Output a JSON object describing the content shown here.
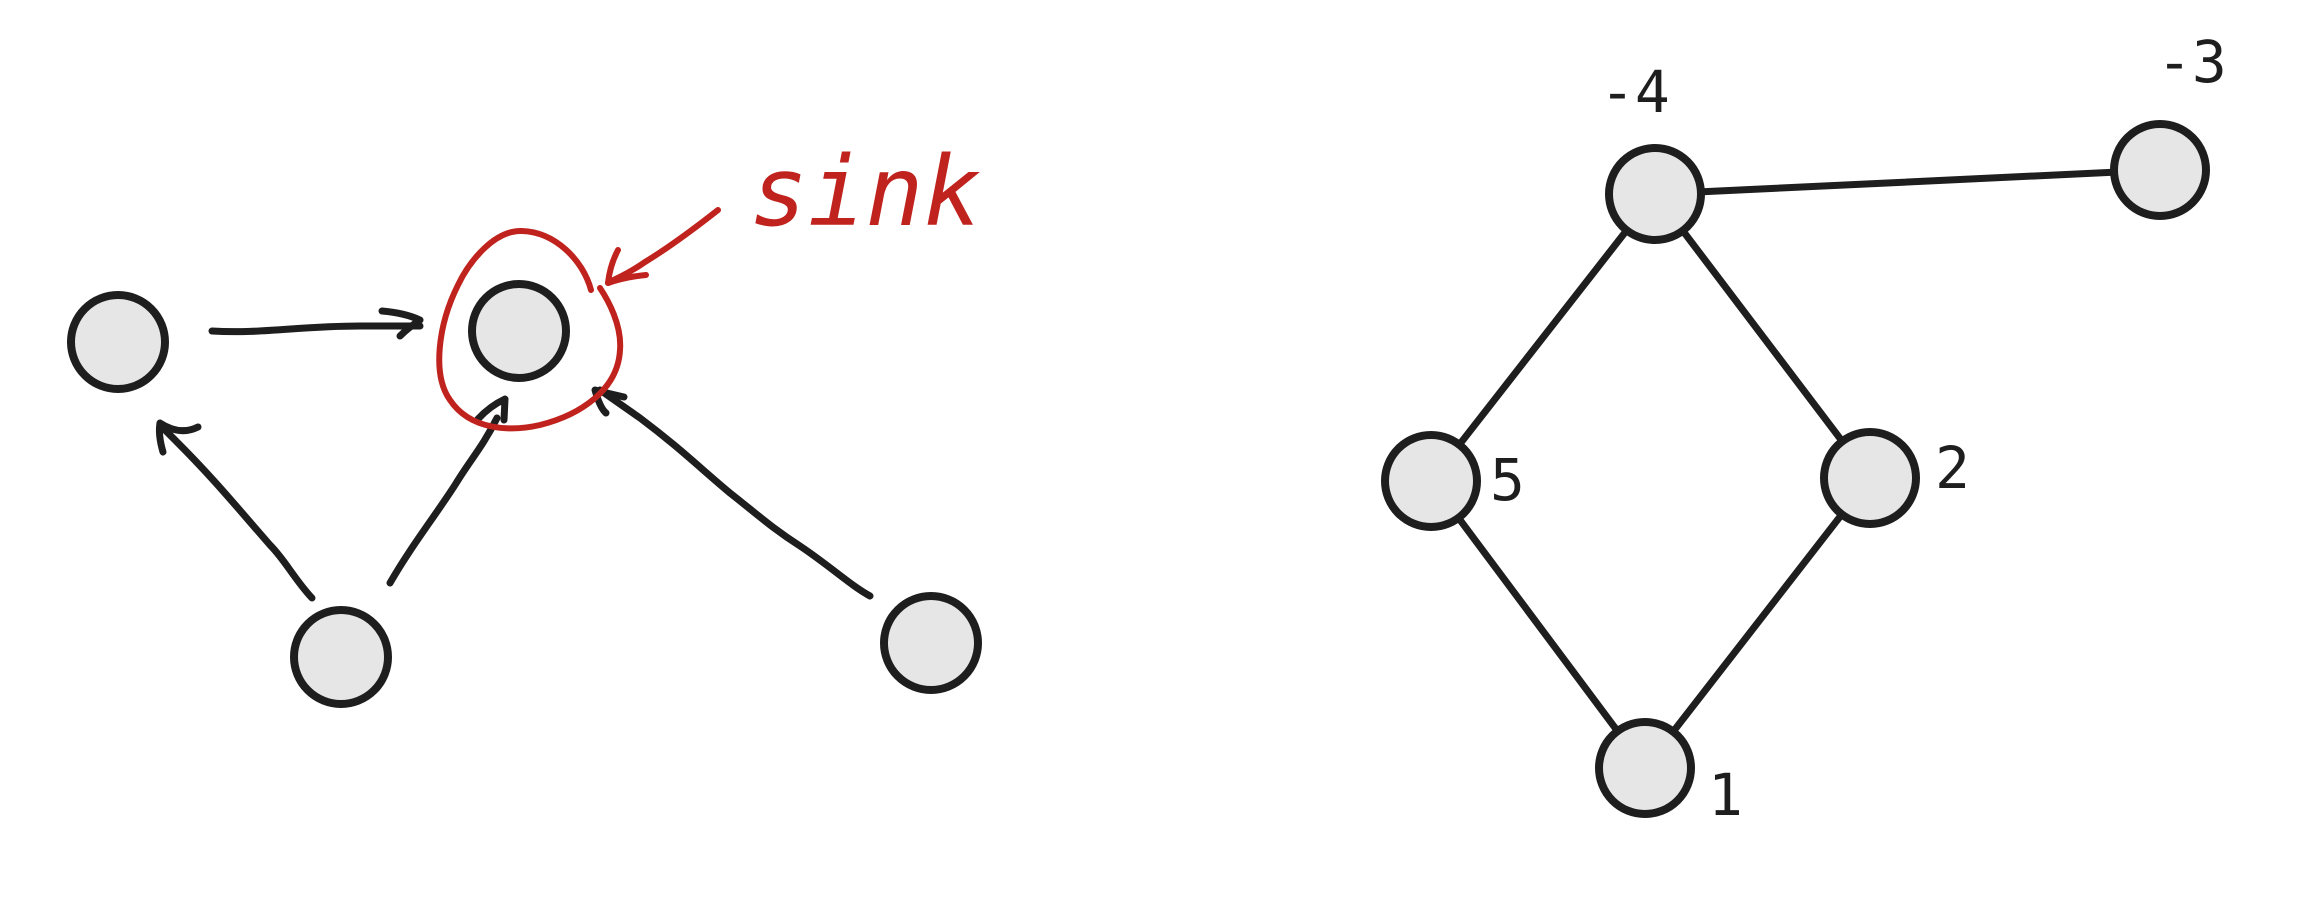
{
  "colors": {
    "stroke": "#1e1e1e",
    "node_fill": "#e6e6e6",
    "annotation": "#c0231e"
  },
  "left_graph": {
    "nodes": [
      {
        "id": "a"
      },
      {
        "id": "sink"
      },
      {
        "id": "b"
      },
      {
        "id": "c"
      }
    ],
    "arrows": [
      {
        "from": "a",
        "to": "sink"
      },
      {
        "from": "b",
        "to": "a"
      },
      {
        "from": "b",
        "to": "sink"
      },
      {
        "from": "c",
        "to": "sink"
      }
    ],
    "annotation": {
      "text": "sink",
      "target": "sink"
    }
  },
  "right_graph": {
    "nodes": [
      {
        "id": "n-4",
        "label": "-4"
      },
      {
        "id": "n-3",
        "label": "-3"
      },
      {
        "id": "n5",
        "label": "5"
      },
      {
        "id": "n2",
        "label": "2"
      },
      {
        "id": "n1",
        "label": "1"
      }
    ],
    "edges": [
      {
        "from": "n-4",
        "to": "n-3"
      },
      {
        "from": "n-4",
        "to": "n5"
      },
      {
        "from": "n-4",
        "to": "n2"
      },
      {
        "from": "n5",
        "to": "n1"
      },
      {
        "from": "n2",
        "to": "n1"
      }
    ]
  }
}
